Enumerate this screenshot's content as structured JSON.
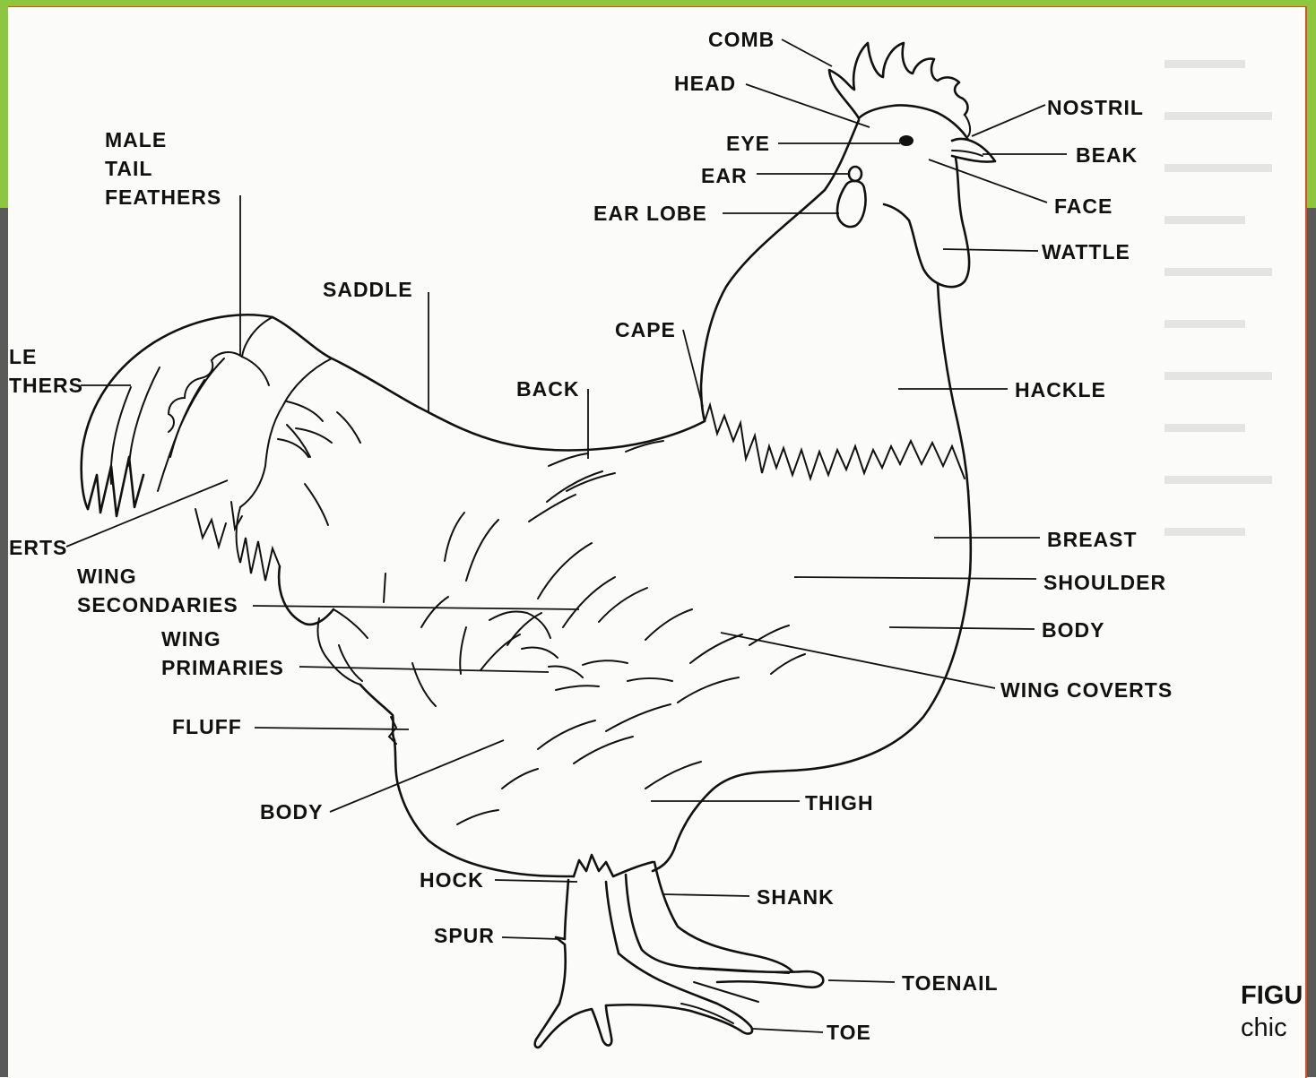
{
  "colors": {
    "frame_top": "#8dc63f",
    "frame_bottom": "#5a5a5a",
    "page_border": "#e04a1c",
    "page_background": "#fbfbf9",
    "ink": "#111111"
  },
  "labels": {
    "comb": "COMB",
    "head": "HEAD",
    "nostril": "NOSTRIL",
    "eye": "EYE",
    "beak": "BEAK",
    "ear": "EAR",
    "face": "FACE",
    "ear_lobe": "EAR LOBE",
    "wattle": "WATTLE",
    "male_tail_feathers_1": "MALE",
    "male_tail_feathers_2": "TAIL",
    "male_tail_feathers_3": "FEATHERS",
    "saddle": "SADDLE",
    "cape": "CAPE",
    "back": "BACK",
    "hackle": "HACKLE",
    "tail_feathers_cut_1": "LE",
    "tail_feathers_cut_2": "THERS",
    "coverts_cut_1": "ERTS",
    "breast": "BREAST",
    "shoulder": "SHOULDER",
    "wing_secondaries_1": "WING",
    "wing_secondaries_2": "SECONDARIES",
    "body_right": "BODY",
    "wing_primaries_1": "WING",
    "wing_primaries_2": "PRIMARIES",
    "wing_coverts": "WING COVERTS",
    "fluff": "FLUFF",
    "body_left": "BODY",
    "thigh": "THIGH",
    "hock": "HOCK",
    "shank": "SHANK",
    "spur": "SPUR",
    "toenail": "TOENAIL",
    "toe": "TOE"
  },
  "caption": {
    "figure_label": "FIGU",
    "text": "chic"
  }
}
